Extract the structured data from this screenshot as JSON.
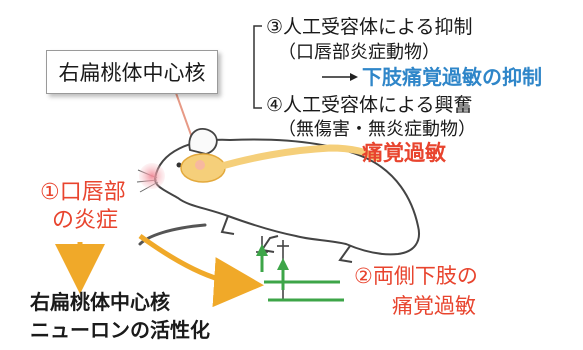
{
  "label_box": {
    "text": "右扁桃体中心核"
  },
  "top_right": {
    "item3_line1": "③人工受容体による抑制",
    "item3_line2": "（口唇部炎症動物）",
    "result3": "下肢痛覚過敏の抑制",
    "item4_line1": "④人工受容体による興奮",
    "item4_line2": "（無傷害・無炎症動物）",
    "result4": "痛覚過敏"
  },
  "left": {
    "inflammation_line1": "①口唇部",
    "inflammation_line2": "の炎症",
    "activation_line1": "右扁桃体中心核",
    "activation_line2": "ニューロンの活性化"
  },
  "right": {
    "hyperalgesia_line1": "②両側下肢の",
    "hyperalgesia_line2": "痛覚過敏"
  },
  "colors": {
    "red": "#e8442e",
    "blue": "#2f86c9",
    "orange_arrow": "#f0a929",
    "green_stimulus": "#3da548",
    "brain_highlight": "#f5cf7a",
    "lip_highlight": "#f59aa6"
  }
}
